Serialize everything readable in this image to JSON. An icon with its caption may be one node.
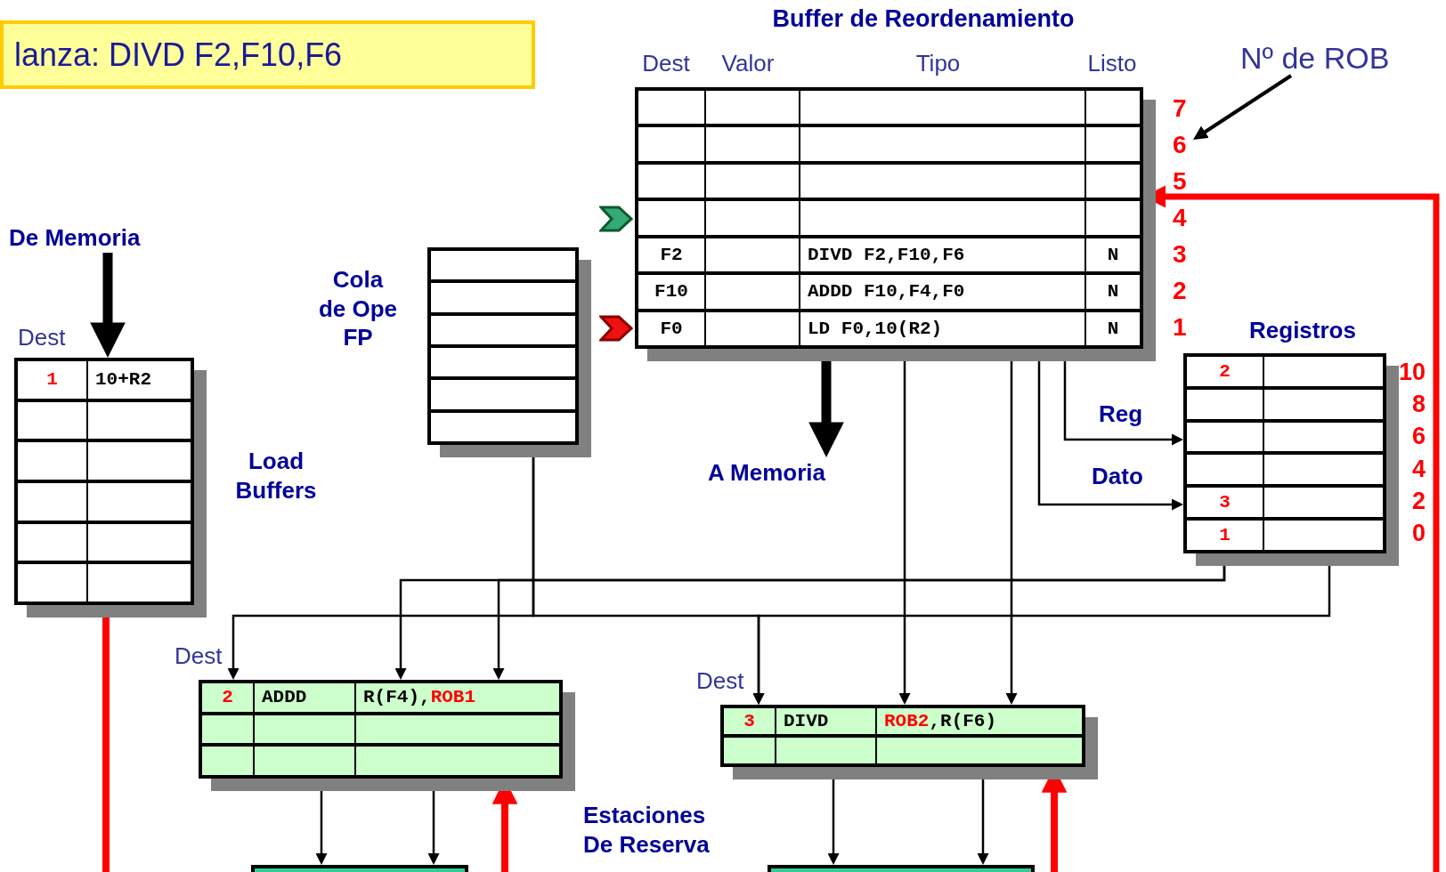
{
  "diagram": {
    "nodes": [
      {
        "text": [
          "lanza: DIVD F2,F10,F6"
        ]
      },
      {
        "text": [
          "Buffer de Reordenamiento",
          "Dest",
          "Valor",
          "Tipo",
          "Listo",
          "F2",
          "DIVD F2,F10,F6",
          "N",
          "F10",
          "ADDD F10,F4,F0",
          "N",
          "F0",
          "LD F0,10(R2)",
          "N"
        ],
        "beside": [
          "7",
          "6",
          "5",
          "4",
          "3",
          "2",
          "1"
        ]
      },
      {
        "text": [
          "Nº de ROB"
        ]
      },
      {
        "text": [
          "De Memoria"
        ]
      },
      {
        "text": [
          "Dest",
          "1",
          "10+R2"
        ],
        "beside": [
          "Load Buffers"
        ]
      },
      {
        "text": [
          "Cola de Ope FP"
        ]
      },
      {
        "text": [
          "A Memoria"
        ]
      },
      {
        "text": [
          "Registros",
          "2",
          "3",
          "1"
        ],
        "beside": [
          "10",
          "8",
          "6",
          "4",
          "2",
          "0"
        ]
      },
      {
        "text": [
          "Dest",
          "2",
          "ADDD",
          "R(F4),",
          "ROB1"
        ]
      },
      {
        "text": [
          "Dest",
          "3",
          "DIVD",
          "ROB2",
          ",R(F6)"
        ]
      },
      {
        "text": [],
        "shape": "box"
      },
      {
        "text": [],
        "shape": "box"
      }
    ],
    "edges": [
      {
        "from": 2,
        "to": 1,
        "arrow": "to"
      },
      {
        "from": 3,
        "to": 4,
        "arrow": "to",
        "style": "thick"
      },
      {
        "from": 1,
        "to": 6,
        "arrow": "to",
        "style": "thick"
      },
      {
        "from": 1,
        "to": 7,
        "arrow": "to",
        "label": "Reg"
      },
      {
        "from": 1,
        "to": 7,
        "arrow": "to",
        "label": "Dato"
      },
      {
        "from": 5,
        "to": 8,
        "arrow": "to"
      },
      {
        "from": 5,
        "to": 9,
        "arrow": "to"
      },
      {
        "from": 7,
        "to": 8,
        "arrow": "to"
      },
      {
        "from": 7,
        "to": 8,
        "arrow": "to"
      },
      {
        "from": 7,
        "to": 9,
        "arrow": "to"
      },
      {
        "from": 1,
        "to": 9,
        "arrow": "to"
      },
      {
        "from": 1,
        "to": 9,
        "arrow": "to"
      },
      {
        "from": 8,
        "to": 10,
        "arrow": "to"
      },
      {
        "from": 8,
        "to": 10,
        "arrow": "to"
      },
      {
        "from": 9,
        "to": 11,
        "arrow": "to"
      },
      {
        "from": 9,
        "to": 11,
        "arrow": "to"
      },
      {
        "from": null,
        "to": 8,
        "arrow": "to",
        "style": "thick",
        "color": "#ff0000"
      },
      {
        "from": null,
        "to": 9,
        "arrow": "to",
        "style": "thick",
        "color": "#ff0000"
      },
      {
        "from": 4,
        "to": null,
        "arrow": "none",
        "style": "thick",
        "color": "#ff0000"
      },
      {
        "from": null,
        "to": 1,
        "arrow": "to",
        "style": "thick",
        "color": "#ff0000"
      }
    ],
    "labels": [
      "Estaciones De Reserva"
    ]
  }
}
